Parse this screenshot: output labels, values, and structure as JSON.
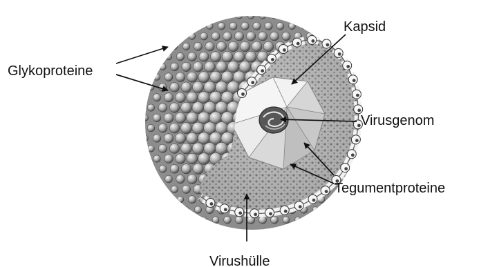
{
  "labels": {
    "glycoproteins": "Glykoproteine",
    "capsid": "Kapsid",
    "genome": "Virusgenom",
    "tegument": "Tegumentproteine",
    "envelope": "Virushülle"
  },
  "colors": {
    "text": "#111111",
    "background": "#ffffff"
  }
}
